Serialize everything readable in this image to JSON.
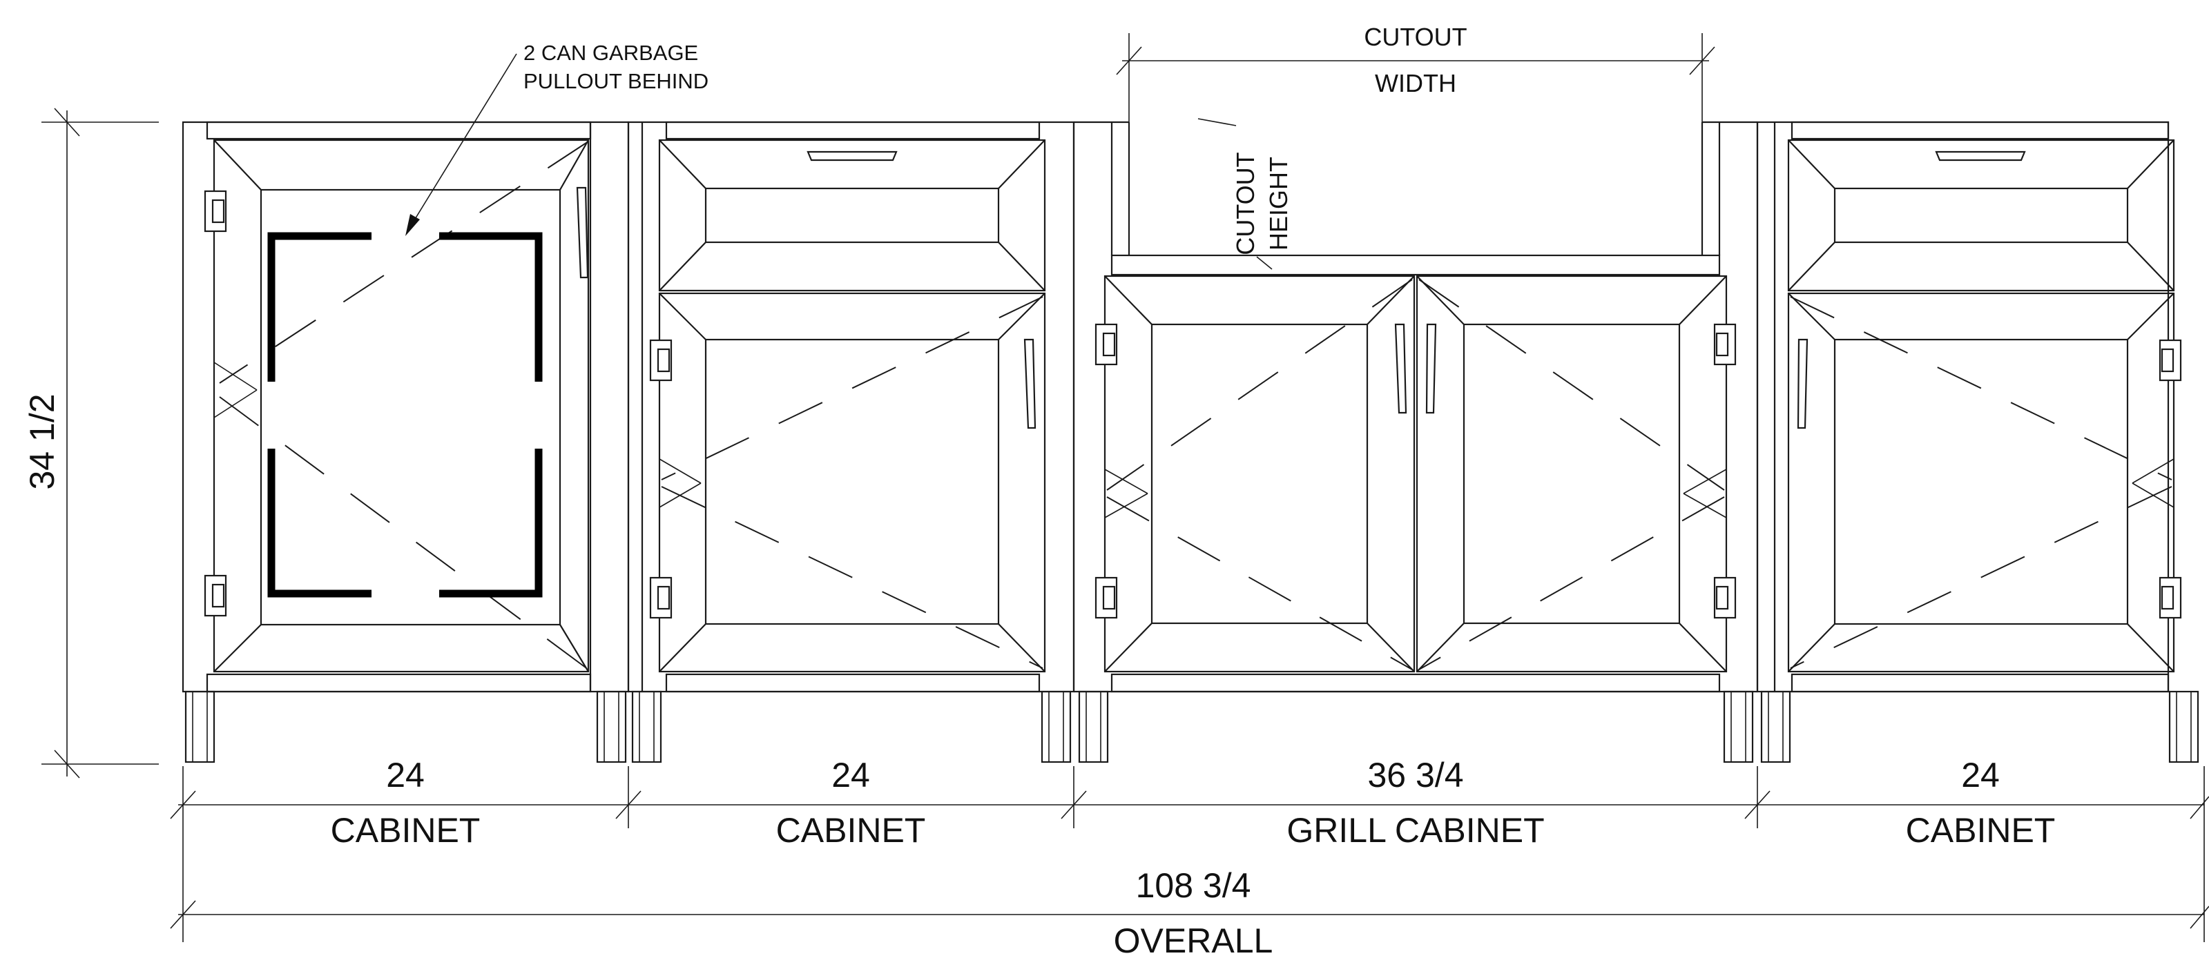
{
  "drawing": {
    "annotations": {
      "garbage_note_line1": "2 CAN GARBAGE",
      "garbage_note_line2": "PULLOUT BEHIND",
      "cutout_width_top": "CUTOUT",
      "cutout_width_bottom": "WIDTH",
      "cutout_height_line1": "CUTOUT",
      "cutout_height_line2": "HEIGHT"
    },
    "dimensions": {
      "height": "34 1/2",
      "overall_value": "108 3/4",
      "overall_label": "OVERALL"
    },
    "cabinets": [
      {
        "width": "24",
        "label": "CABINET"
      },
      {
        "width": "24",
        "label": "CABINET"
      },
      {
        "width": "36 3/4",
        "label": "GRILL CABINET"
      },
      {
        "width": "24",
        "label": "CABINET"
      }
    ]
  }
}
